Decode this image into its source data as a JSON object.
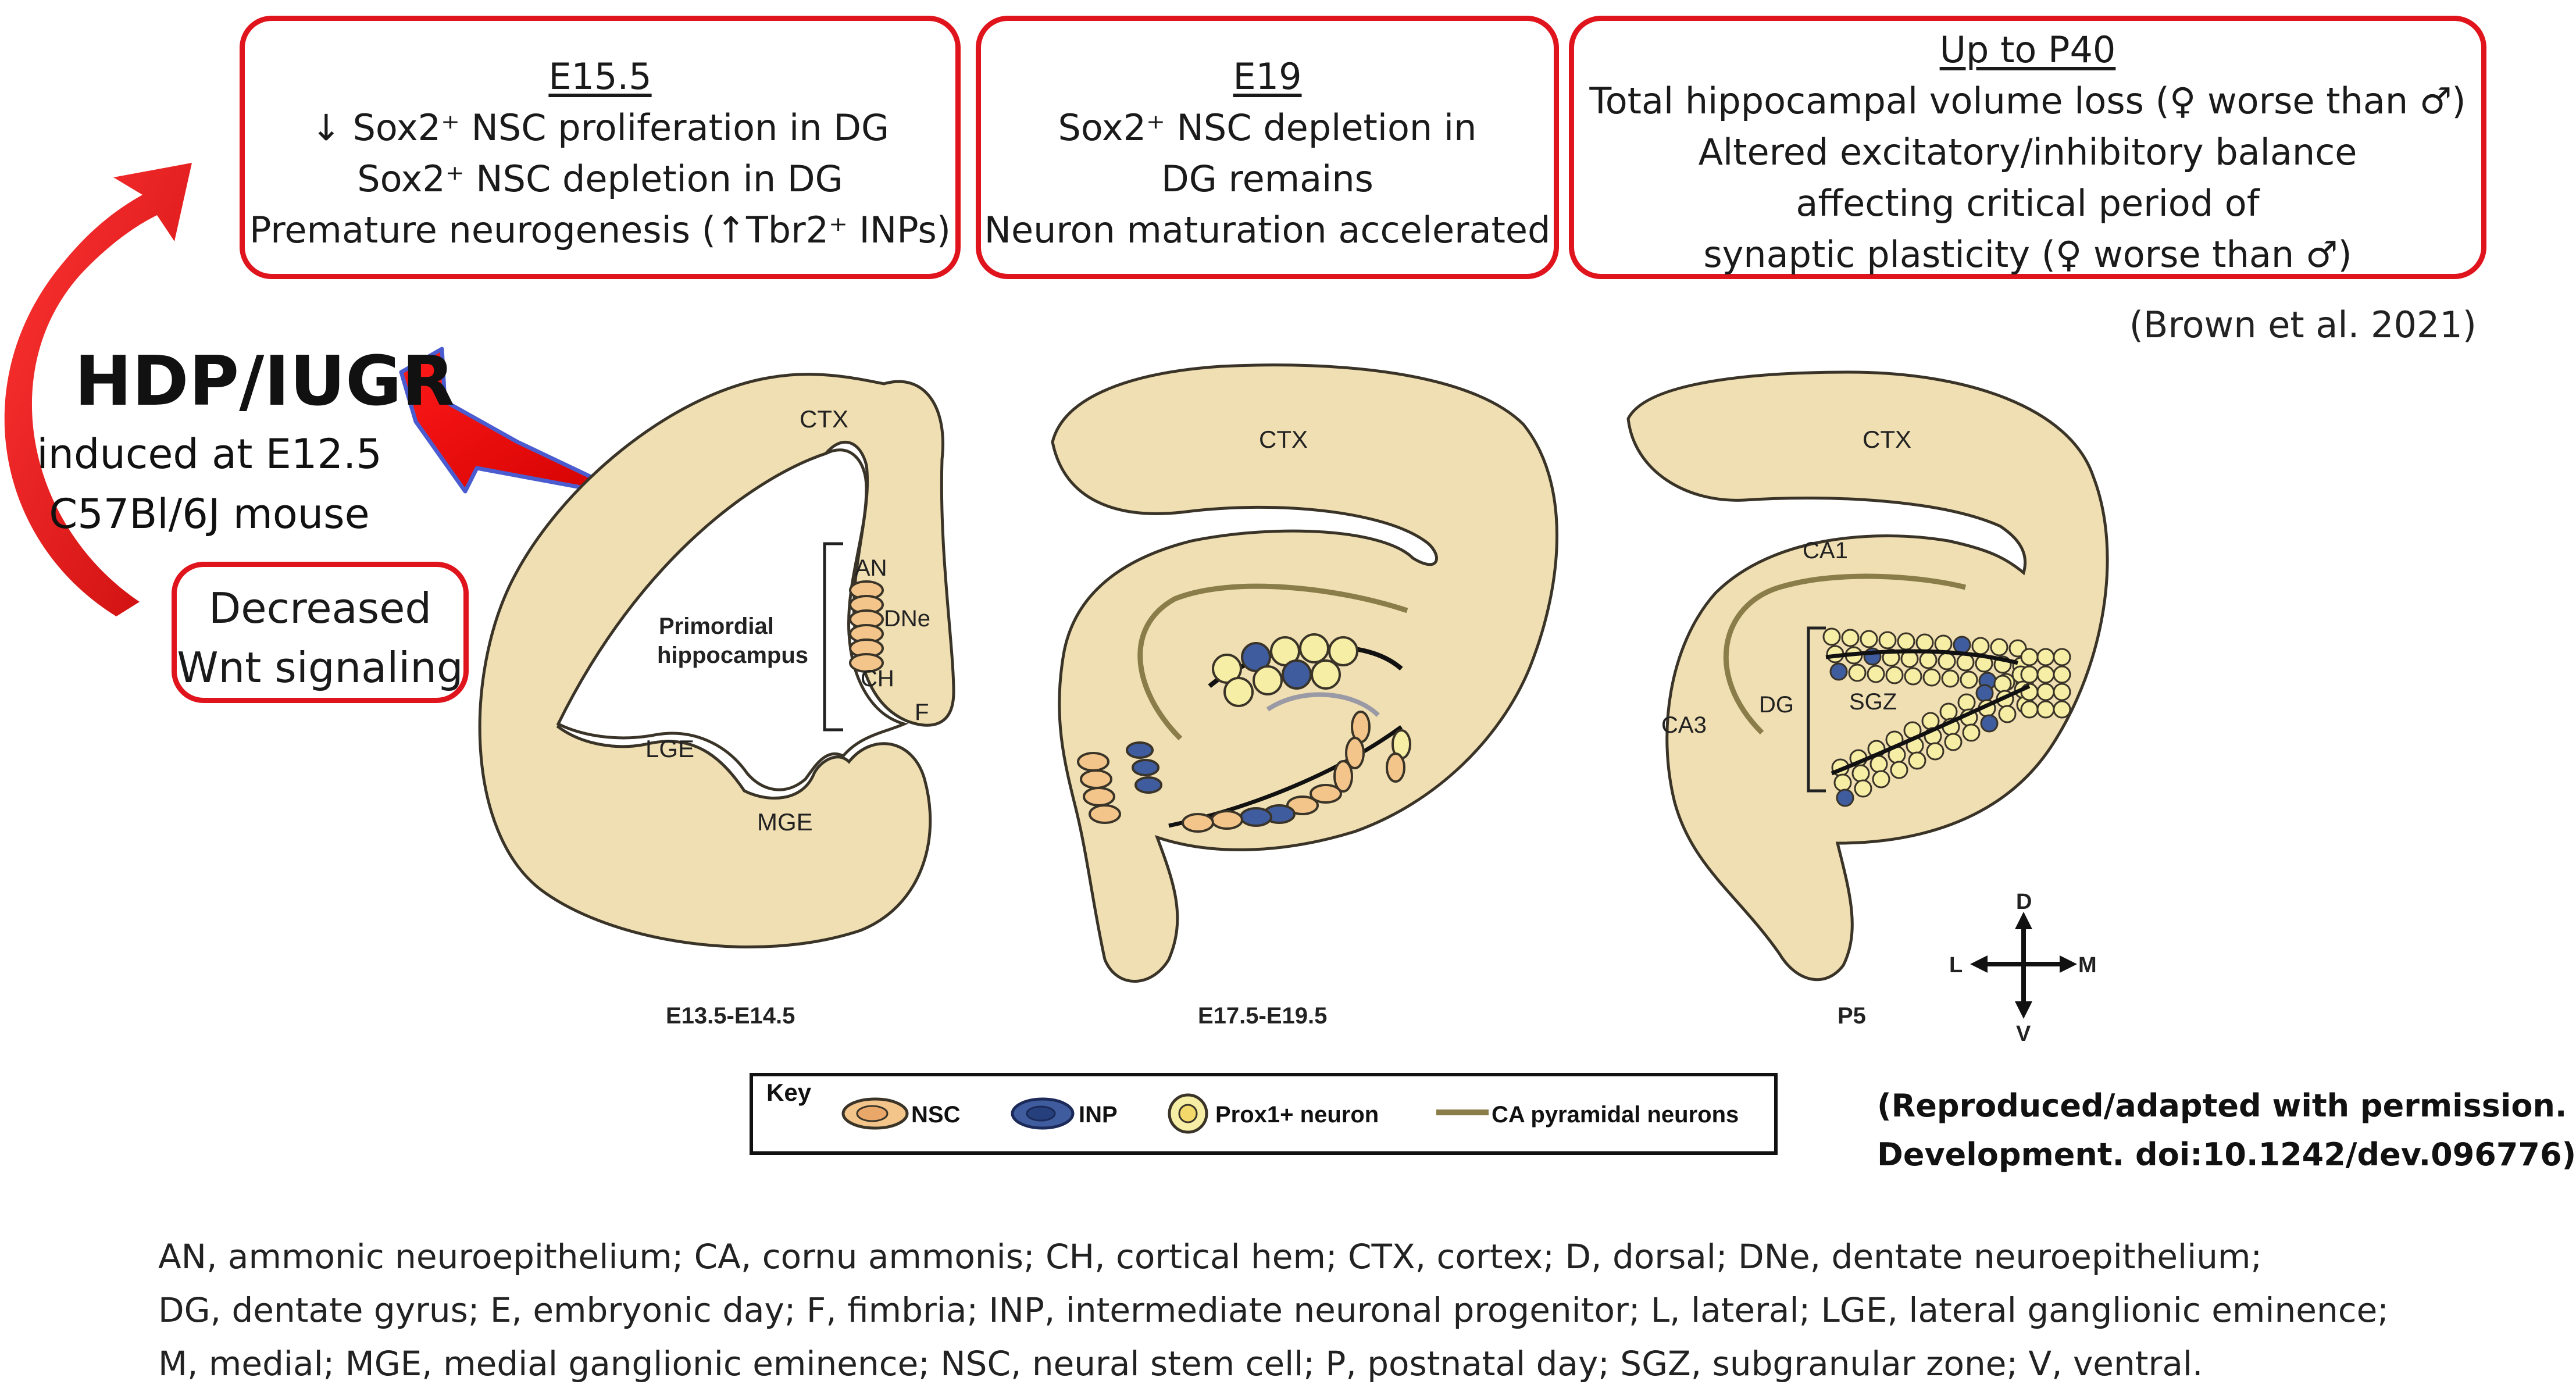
{
  "boxes": {
    "e155": {
      "header": "E15.5",
      "lines": [
        "↓ Sox2⁺ NSC proliferation in DG",
        "Sox2⁺ NSC depletion in DG",
        "Premature neurogenesis (↑Tbr2⁺ INPs)"
      ]
    },
    "e19": {
      "header": "E19",
      "lines": [
        "Sox2⁺ NSC depletion in",
        "DG remains",
        "Neuron maturation accelerated"
      ]
    },
    "p40": {
      "header": "Up to P40",
      "lines": [
        "Total hippocampal volume loss (♀ worse than ♂)",
        "Altered excitatory/inhibitory balance",
        "affecting critical period of",
        "synaptic plasticity (♀ worse than ♂)"
      ]
    },
    "wnt": {
      "lines": [
        "Decreased",
        "Wnt signaling"
      ]
    }
  },
  "citation": "(Brown et al. 2021)",
  "hdp": {
    "title": "HDP/IUGR",
    "lines": [
      "induced at E12.5",
      "C57Bl/6J mouse"
    ]
  },
  "panels": {
    "p1": {
      "stage": "E13.5-E14.5",
      "labels": {
        "ctx": "CTX",
        "an": "AN",
        "dne": "DNe",
        "ch": "CH",
        "f": "F",
        "primordial1": "Primordial",
        "primordial2": "hippocampus",
        "lge": "LGE",
        "mge": "MGE"
      }
    },
    "p2": {
      "stage": "E17.5-E19.5",
      "labels": {
        "ctx": "CTX"
      }
    },
    "p3": {
      "stage": "P5",
      "labels": {
        "ctx": "CTX",
        "ca1": "CA1",
        "ca3": "CA3",
        "dg": "DG",
        "sgz": "SGZ"
      }
    }
  },
  "compass": {
    "d": "D",
    "v": "V",
    "l": "L",
    "m": "M"
  },
  "key": {
    "title": "Key",
    "nsc": "NSC",
    "inp": "INP",
    "prox1": "Prox1+ neuron",
    "ca": "CA pyramidal neurons"
  },
  "reproduced": [
    "(Reproduced/adapted with permission.",
    "Development. doi:10.1242/dev.096776)"
  ],
  "footer": [
    "AN, ammonic neuroepithelium; CA, cornu ammonis; CH, cortical hem; CTX, cortex; D, dorsal; DNe, dentate neuroepithelium;",
    "DG, dentate gyrus; E, embryonic day; F, fimbria; INP, intermediate neuronal progenitor; L, lateral; LGE, lateral ganglionic eminence;",
    "M, medial; MGE, medial ganglionic eminence; NSC, neural stem cell; P, postnatal day; SGZ, subgranular zone; V, ventral."
  ],
  "colors": {
    "box_border": "#e0141c",
    "tissue": "#f0dfb2",
    "tissue_edge": "#3a3428",
    "nsc_fill": "#f3c58a",
    "inp_fill": "#3f5c9e",
    "neuron_fill": "#f7eea6",
    "ca_line": "#8a7d4a"
  }
}
